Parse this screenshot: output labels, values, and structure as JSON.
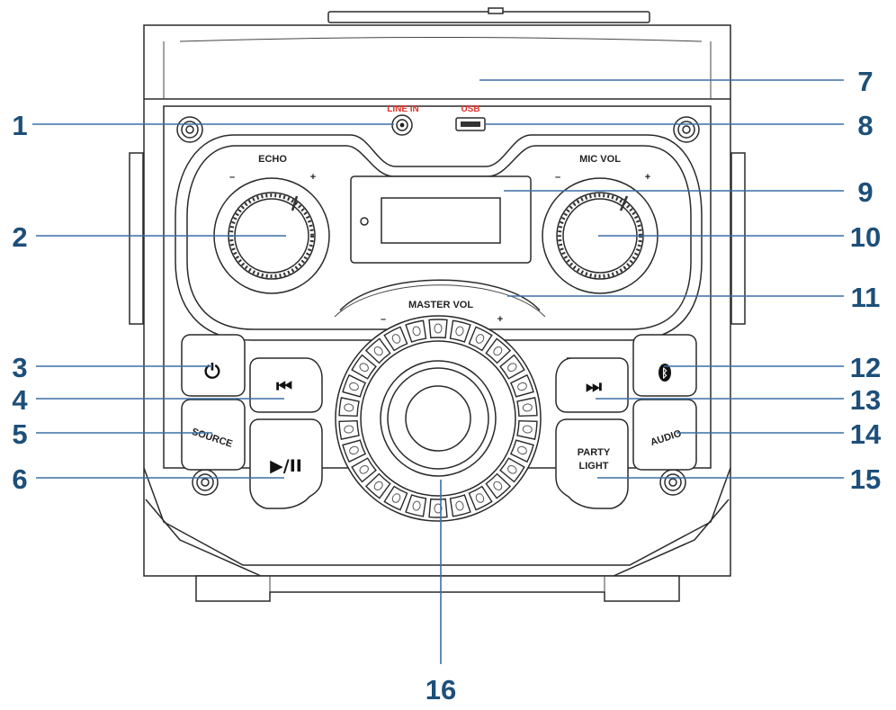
{
  "labels": {
    "line_in": "LINE IN",
    "usb": "USB",
    "echo": "ECHO",
    "mic_vol": "MIC VOL",
    "master_vol": "MASTER VOL",
    "minus": "–",
    "plus": "+",
    "source": "SOURCE",
    "audio": "AUDIO",
    "party": "PARTY",
    "light": "LIGHT"
  },
  "symbols": {
    "power": "⏻",
    "prev": "⏮",
    "next": "⏭",
    "play_pause": "▶/II",
    "bluetooth": "ᛒ"
  },
  "callouts": [
    "1",
    "2",
    "3",
    "4",
    "5",
    "6",
    "7",
    "8",
    "9",
    "10",
    "11",
    "12",
    "13",
    "14",
    "15",
    "16"
  ],
  "colors": {
    "callout": "#1d4f79",
    "leader": "#3a6ea5",
    "port_label": "#e0362b",
    "outline": "#2a2a2a"
  }
}
